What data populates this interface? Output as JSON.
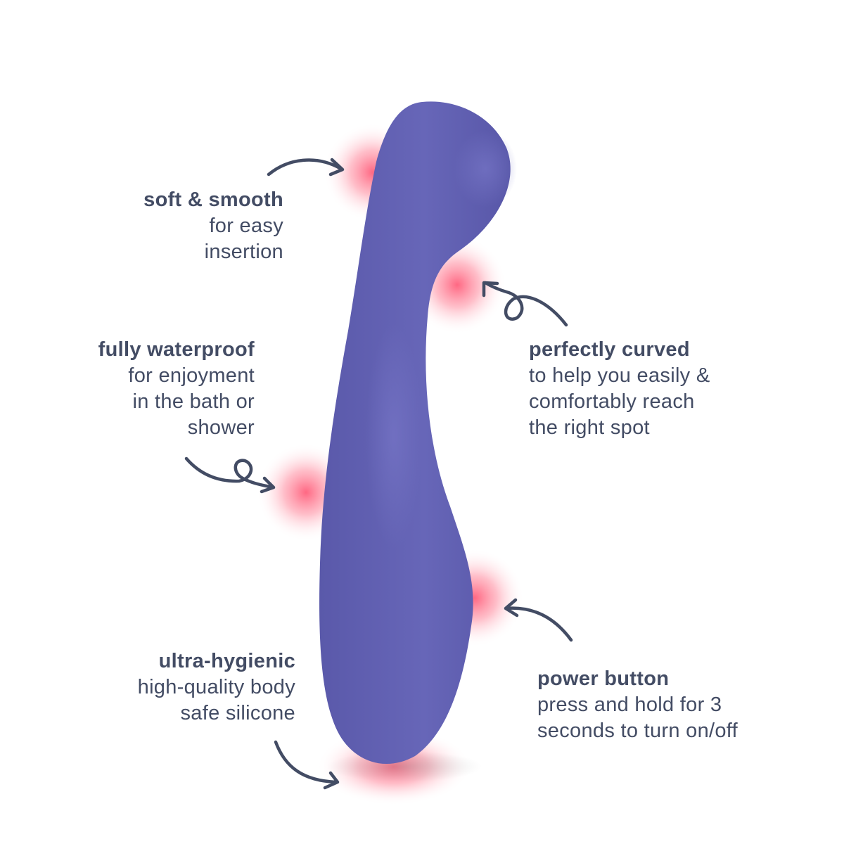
{
  "colors": {
    "background": "#ffffff",
    "text": "#434c64",
    "product": "#5d5cae",
    "product_highlight": "#6e6dbe",
    "glow": "#ff5a78",
    "arrow": "#434c64"
  },
  "callouts": [
    {
      "id": "soft-smooth",
      "title": "soft & smooth",
      "desc": "for easy\ninsertion"
    },
    {
      "id": "fully-waterproof",
      "title": "fully waterproof",
      "desc": "for enjoyment\nin the bath or\nshower"
    },
    {
      "id": "ultra-hygienic",
      "title": "ultra-hygienic",
      "desc": "high-quality body\nsafe silicone"
    },
    {
      "id": "perfectly-curved",
      "title": "perfectly curved",
      "desc": "to help you easily &\ncomfortably reach\nthe right spot"
    },
    {
      "id": "power-button",
      "title": "power button",
      "desc": "press and hold for 3\nseconds to turn on/off"
    }
  ],
  "icons": {
    "arrow_soft_smooth": "curved-arrow-right-icon",
    "arrow_perfectly_curved": "looped-arrow-left-icon",
    "arrow_waterproof": "looped-arrow-right-icon",
    "arrow_power_button": "curved-arrow-left-icon",
    "arrow_hygienic": "curved-arrow-down-right-icon"
  }
}
